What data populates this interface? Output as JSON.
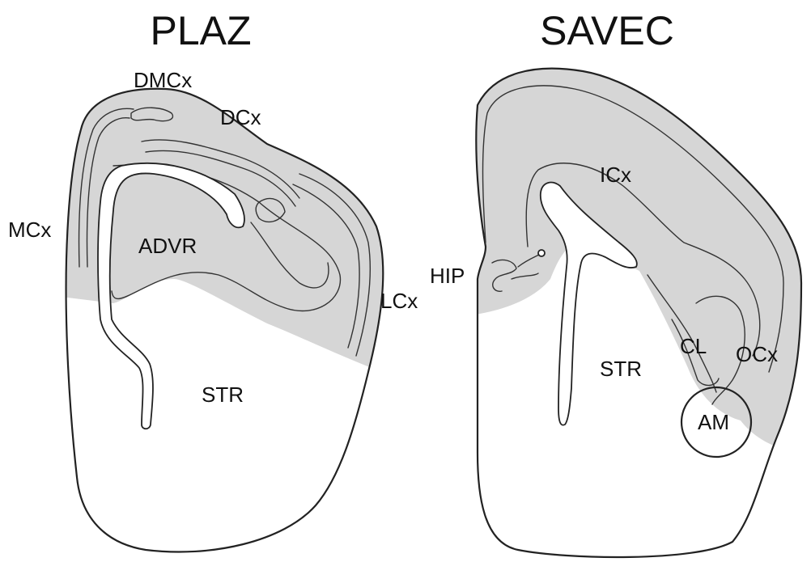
{
  "panels": [
    {
      "title": "PLAZ",
      "labels": {
        "dmcx": "DMCx",
        "dcx": "DCx",
        "mcx": "MCx",
        "advr": "ADVR",
        "lcx": "LCx",
        "str": "STR"
      }
    },
    {
      "title": "SAVEC",
      "labels": {
        "icx": "ICx",
        "hip": "HIP",
        "str": "STR",
        "cl": "CL",
        "ocx": "OCx",
        "am": "AM"
      }
    }
  ],
  "colors": {
    "shading": "#d6d6d6",
    "outline": "#222222",
    "background": "#ffffff"
  }
}
